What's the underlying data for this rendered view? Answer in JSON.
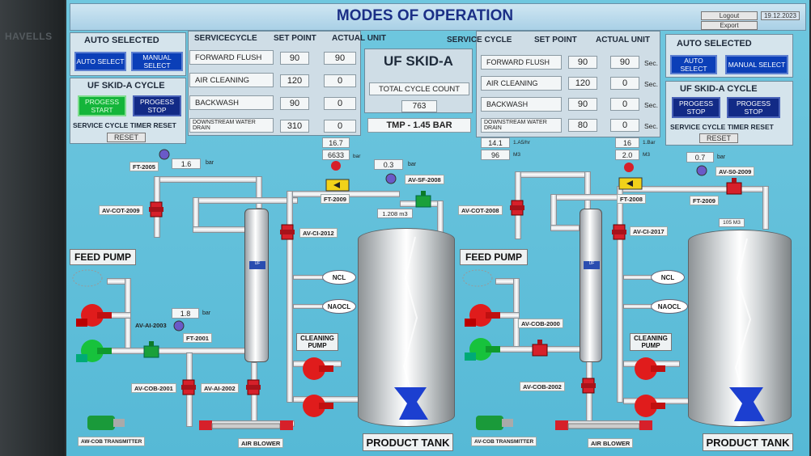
{
  "bezel_brand": "HAVELLS",
  "title": "MODES OF OPERATION",
  "top_buttons": {
    "logout": "Logout",
    "export": "Export",
    "date": "19.12.2023"
  },
  "left_panel": {
    "auto_selected": "AUTO SELECTED",
    "auto_select": "AUTO SELECT",
    "manual_select": "MANUAL SELECT",
    "cycle_title": "UF SKID-A CYCLE",
    "progess_start": "PROGESS START",
    "progess_stop": "PROGESS STOP",
    "timer_reset": "SERVICE CYCLE TIMER RESET",
    "reset": "RESET"
  },
  "right_panel": {
    "auto_selected": "AUTO SELECTED",
    "auto_select": "AUTO SELECT",
    "manual_select": "MANUAL SELECT",
    "cycle_title": "UF SKID-A CYCLE",
    "progess_start": "PROGESS STOP",
    "progess_stop": "PROGESS STOP",
    "timer_reset": "SERVICE CYCLE TIMER RESET",
    "reset": "RESET"
  },
  "table_left": {
    "headers": [
      "SERVICECYCLE",
      "SET POINT",
      "ACTUAL UNIT"
    ],
    "rows": [
      {
        "label": "FORWARD FLUSH",
        "set": "90",
        "actual": "90"
      },
      {
        "label": "AIR CLEANING",
        "set": "120",
        "actual": "0"
      },
      {
        "label": "BACKWASH",
        "set": "90",
        "actual": "0"
      },
      {
        "label": "DOWNSTREAM WATER DRAIN",
        "set": "310",
        "actual": "0"
      }
    ]
  },
  "table_right": {
    "headers": [
      "SERVICE CYCLE",
      "SET POINT",
      "ACTUAL UNIT"
    ],
    "rows": [
      {
        "label": "FORWARD FLUSH",
        "set": "90",
        "actual": "90",
        "unit": "Sec."
      },
      {
        "label": "AIR CLEANING",
        "set": "120",
        "actual": "0",
        "unit": "Sec."
      },
      {
        "label": "BACKWASH",
        "set": "90",
        "actual": "0",
        "unit": "Sec."
      },
      {
        "label": "DOWNSTREAM WATER DRAIN",
        "set": "80",
        "actual": "0",
        "unit": "Sec."
      }
    ]
  },
  "center": {
    "skid": "UF SKID-A",
    "total_cycle_label": "TOTAL CYCLE COUNT",
    "total_cycle_value": "763",
    "tmp": "TMP  -  1.45  BAR"
  },
  "left_diagram": {
    "flow_top": "16.7",
    "flow_total": "6633",
    "flow_unit": "bar",
    "ft2005_value": "1.6",
    "ft2005_unit": "bar",
    "ft2005": "FT-2005",
    "av_cot": "AV-COT-2009",
    "ft2009": "FT-2009",
    "ft2009_value": "0.3",
    "ft2009_unit": "bar",
    "av_sf": "AV-SF-2008",
    "flow_lpm": "1.208 m3",
    "av_ci": "AV-CI-2012",
    "ncl": "NCL",
    "naocl": "NAOCL",
    "feed_pump": "FEED PUMP",
    "av_ai_2003": "AV-AI-2003",
    "ft2001_value": "1.8",
    "ft2001_unit": "bar",
    "ft2001": "FT-2001",
    "cleaning_pump": "CLEANING PUMP",
    "av_cob": "AV-COB-2001",
    "av_ai_2002": "AV-AI-2002",
    "tank_label": "PRODUCT TANK",
    "air_blower": "AIR BLOWER",
    "transmitter": "AW-COB TRANSMITTER"
  },
  "right_diagram": {
    "flow_top1": "14.1",
    "flow_top1_unit": "1.A5/hr",
    "flow_top2": "96",
    "flow_top2_unit": "M3",
    "val16": "16",
    "val16_unit": "1.Bar",
    "val2": "2.0",
    "val2_unit": "M3",
    "av_cot": "AV-COT-2008",
    "ft2008": "FT-2008",
    "ft2008b": "FT-2009",
    "val07": "0.7",
    "val07_unit": "bar",
    "av_s0": "AV-S0-2009",
    "tank_level": "105 M3",
    "av_ci": "AV-CI-2017",
    "ncl": "NCL",
    "naocl": "NAOCL",
    "feed_pump": "FEED PUMP",
    "av_cob_2000": "AV-COB-2000",
    "cleaning_pump": "CLEANING PUMP",
    "av_cob_2002": "AV-COB-2002",
    "tank_label": "PRODUCT TANK",
    "air_blower": "AIR BLOWER",
    "transmitter": "AV-COB TRANSMITTER"
  },
  "colors": {
    "valve_red": "#d6202a",
    "valve_green": "#1aa03a",
    "pump_red": "#e01c1c",
    "pump_green": "#17c23c",
    "accent_blue": "#1b2f86",
    "water": "#5bbfd9"
  },
  "icons": [
    "valve-icon",
    "pump-icon",
    "flow-meter-icon",
    "membrane-icon",
    "tank-icon",
    "air-blower-icon"
  ]
}
